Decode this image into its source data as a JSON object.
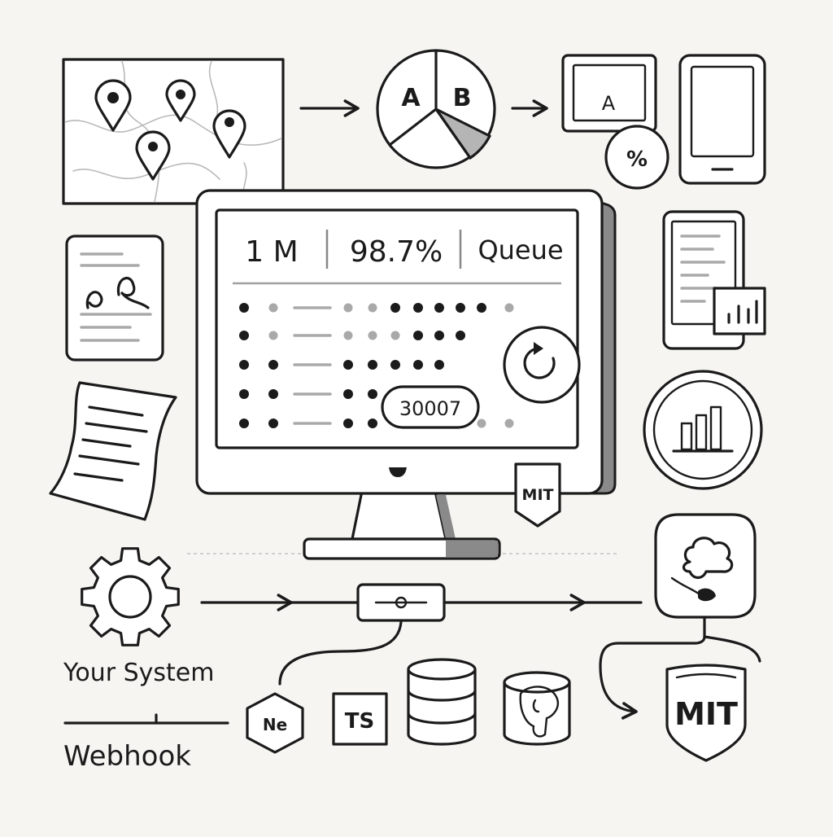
{
  "colors": {
    "ink": "#1b1b1b",
    "paper": "#f6f5f2",
    "muted": "#a9a9a9",
    "shade": "#8a8a8a"
  },
  "pie": {
    "label_a": "A",
    "label_b": "B"
  },
  "ab_card": {
    "label": "A",
    "percent_badge": "%"
  },
  "monitor": {
    "stats": {
      "users": "1 M",
      "rate": "98.7%",
      "queue": "Queue"
    },
    "port_badge": "30007",
    "license_tag": "MIT"
  },
  "labels": {
    "system": "Your System",
    "webhook": "Webhook"
  },
  "stack": {
    "node": "Ne",
    "typescript": "TS"
  },
  "license_shield": "MIT",
  "icons": [
    "map-pin-icon",
    "pie-chart-icon",
    "percent-icon",
    "tablet-icon",
    "document-icon",
    "receipt-icon",
    "refresh-icon",
    "phone-chart-icon",
    "bar-chart-icon",
    "gear-icon",
    "cloud-icon",
    "database-icon",
    "postgres-elephant-icon",
    "shield-icon"
  ]
}
